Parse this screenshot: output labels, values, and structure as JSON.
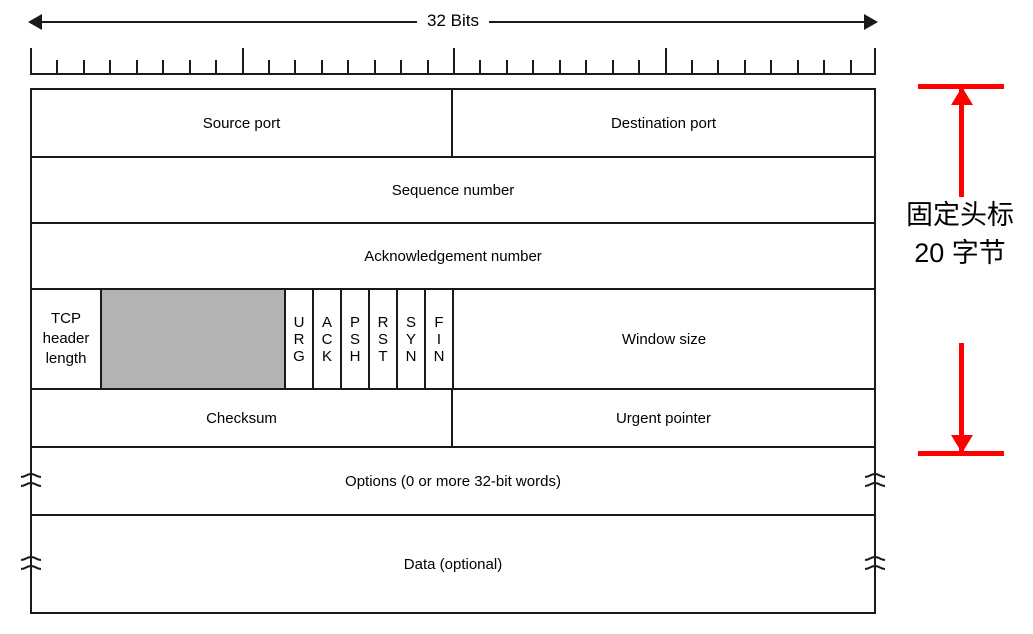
{
  "diagram": {
    "title_bar": {
      "label": "32 Bits",
      "left_arrow_icon": "arrow-left-icon",
      "right_arrow_icon": "arrow-right-icon"
    },
    "ruler": {
      "total_bits": 32,
      "tall_tick_positions": [
        0,
        8,
        16,
        24,
        32
      ]
    },
    "rows": [
      {
        "name": "ports",
        "cells": [
          {
            "label": "Source port",
            "bits": 16
          },
          {
            "label": "Destination port",
            "bits": 16
          }
        ]
      },
      {
        "name": "sequence",
        "cells": [
          {
            "label": "Sequence number",
            "bits": 32
          }
        ]
      },
      {
        "name": "acknowledgement",
        "cells": [
          {
            "label": "Acknowledgement number",
            "bits": 32
          }
        ]
      },
      {
        "name": "flags",
        "header_length_label": "TCP\nheader\nlength",
        "header_length_lines": [
          "TCP",
          "header",
          "length"
        ],
        "reserved_label": "",
        "reserved_color": "#b3b3b3",
        "flags": [
          {
            "name": "URG",
            "letters": [
              "U",
              "R",
              "G"
            ]
          },
          {
            "name": "ACK",
            "letters": [
              "A",
              "C",
              "K"
            ]
          },
          {
            "name": "PSH",
            "letters": [
              "P",
              "S",
              "H"
            ]
          },
          {
            "name": "RST",
            "letters": [
              "R",
              "S",
              "T"
            ]
          },
          {
            "name": "SYN",
            "letters": [
              "S",
              "Y",
              "N"
            ]
          },
          {
            "name": "FIN",
            "letters": [
              "F",
              "I",
              "N"
            ]
          }
        ],
        "window_label": "Window size"
      },
      {
        "name": "checksum",
        "cells": [
          {
            "label": "Checksum",
            "bits": 16
          },
          {
            "label": "Urgent pointer",
            "bits": 16
          }
        ]
      },
      {
        "name": "options",
        "cells": [
          {
            "label": "Options (0 or more 32-bit words)",
            "bits": 32
          }
        ],
        "break_marks": true
      },
      {
        "name": "data",
        "cells": [
          {
            "label": "Data (optional)",
            "bits": 32
          }
        ],
        "break_marks": true
      }
    ]
  },
  "annotation": {
    "line1": "固定头标",
    "line2": "20 字节",
    "color": "#ff0000",
    "arrow_up_icon": "arrow-up-icon",
    "arrow_down_icon": "arrow-down-icon"
  }
}
